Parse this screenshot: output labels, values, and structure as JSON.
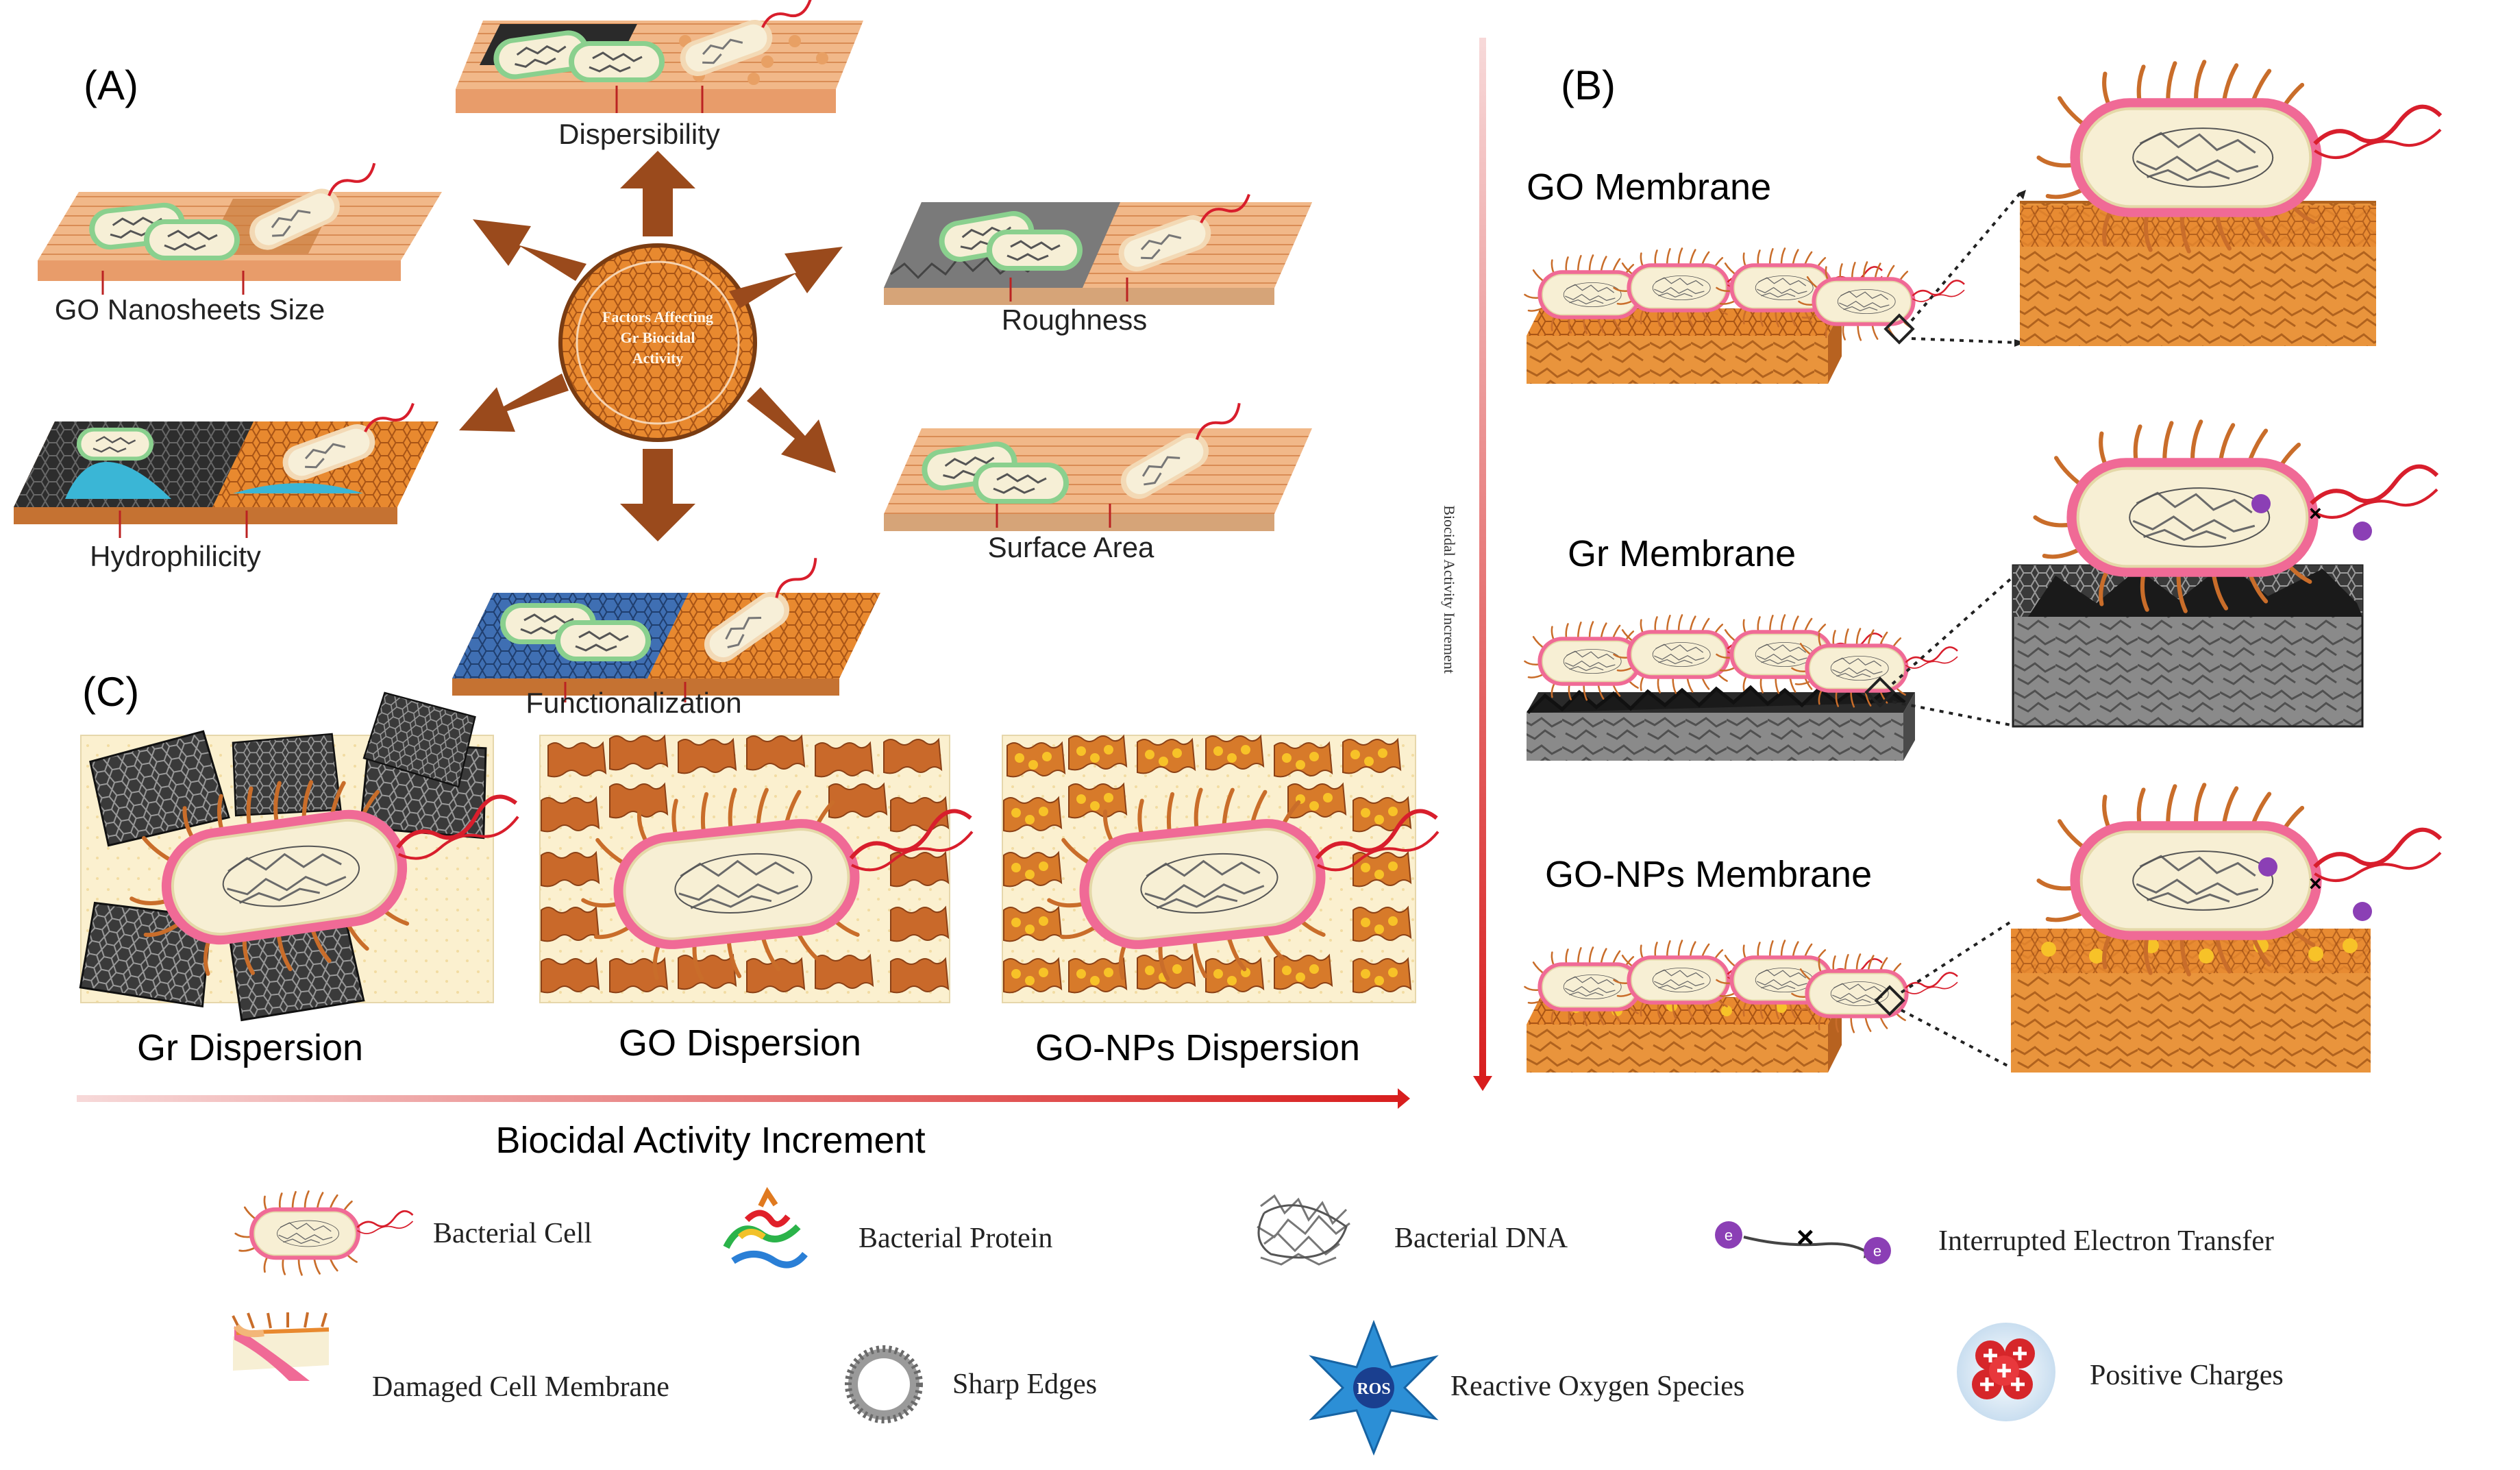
{
  "panels": {
    "a": {
      "label": "(A)",
      "center_text": [
        "Factors Affecting",
        "Gr Biocidal",
        "Activity"
      ],
      "factors": {
        "dispersibility": "Dispersibility",
        "size": "GO Nanosheets Size",
        "roughness": "Roughness",
        "hydrophilicity": "Hydrophilicity",
        "surface_area": "Surface Area",
        "functionalization": "Functionalization"
      }
    },
    "b": {
      "label": "(B)",
      "go": "GO Membrane",
      "gr": "Gr Membrane",
      "gonp": "GO-NPs Membrane",
      "axis_label": "Biocidal Activity Increment"
    },
    "c": {
      "label": "(C)",
      "gr": "Gr Dispersion",
      "go": "GO Dispersion",
      "gonp": "GO-NPs Dispersion",
      "axis_label": "Biocidal Activity Increment"
    }
  },
  "legend": {
    "bacterial_cell": "Bacterial Cell",
    "bacterial_protein": "Bacterial Protein",
    "bacterial_dna": "Bacterial DNA",
    "electron_transfer": "Interrupted Electron Transfer",
    "electron_symbol": "e",
    "damaged_membrane": "Damaged Cell Membrane",
    "sharp_edges": "Sharp Edges",
    "ros": "Reactive Oxygen Species",
    "ros_symbol": "ROS",
    "positive_charges": "Positive Charges"
  },
  "colors": {
    "go_orange": "#e8892f",
    "graphene_gray": "#5a5a5a",
    "arrow_brown": "#9a4a1c",
    "axis_red": "#d81e1e",
    "cell_pink": "#f06a96",
    "dna_red": "#d81e2c"
  }
}
